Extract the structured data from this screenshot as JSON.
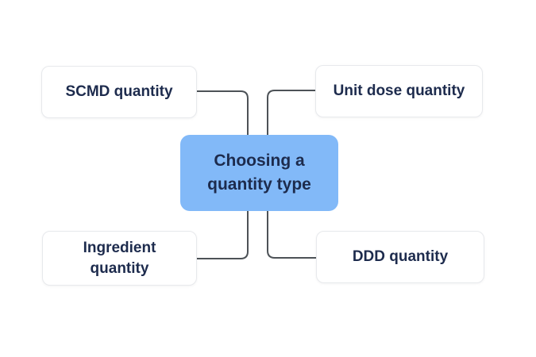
{
  "diagram": {
    "center_node": {
      "label": "Choosing a quantity type"
    },
    "nodes": [
      {
        "id": "scmd",
        "label": "SCMD quantity",
        "position": "top-left"
      },
      {
        "id": "unit-dose",
        "label": "Unit dose quantity",
        "position": "top-right"
      },
      {
        "id": "ingredient",
        "label": "Ingredient quantity",
        "position": "bottom-left"
      },
      {
        "id": "ddd",
        "label": "DDD quantity",
        "position": "bottom-right"
      }
    ],
    "colors": {
      "center_fill": "#82B9F8",
      "node_fill": "#FFFFFF",
      "node_border": "#E7E9EC",
      "text": "#1D2B4D",
      "connector": "#4D5257",
      "background": "#FFFFFF"
    }
  }
}
